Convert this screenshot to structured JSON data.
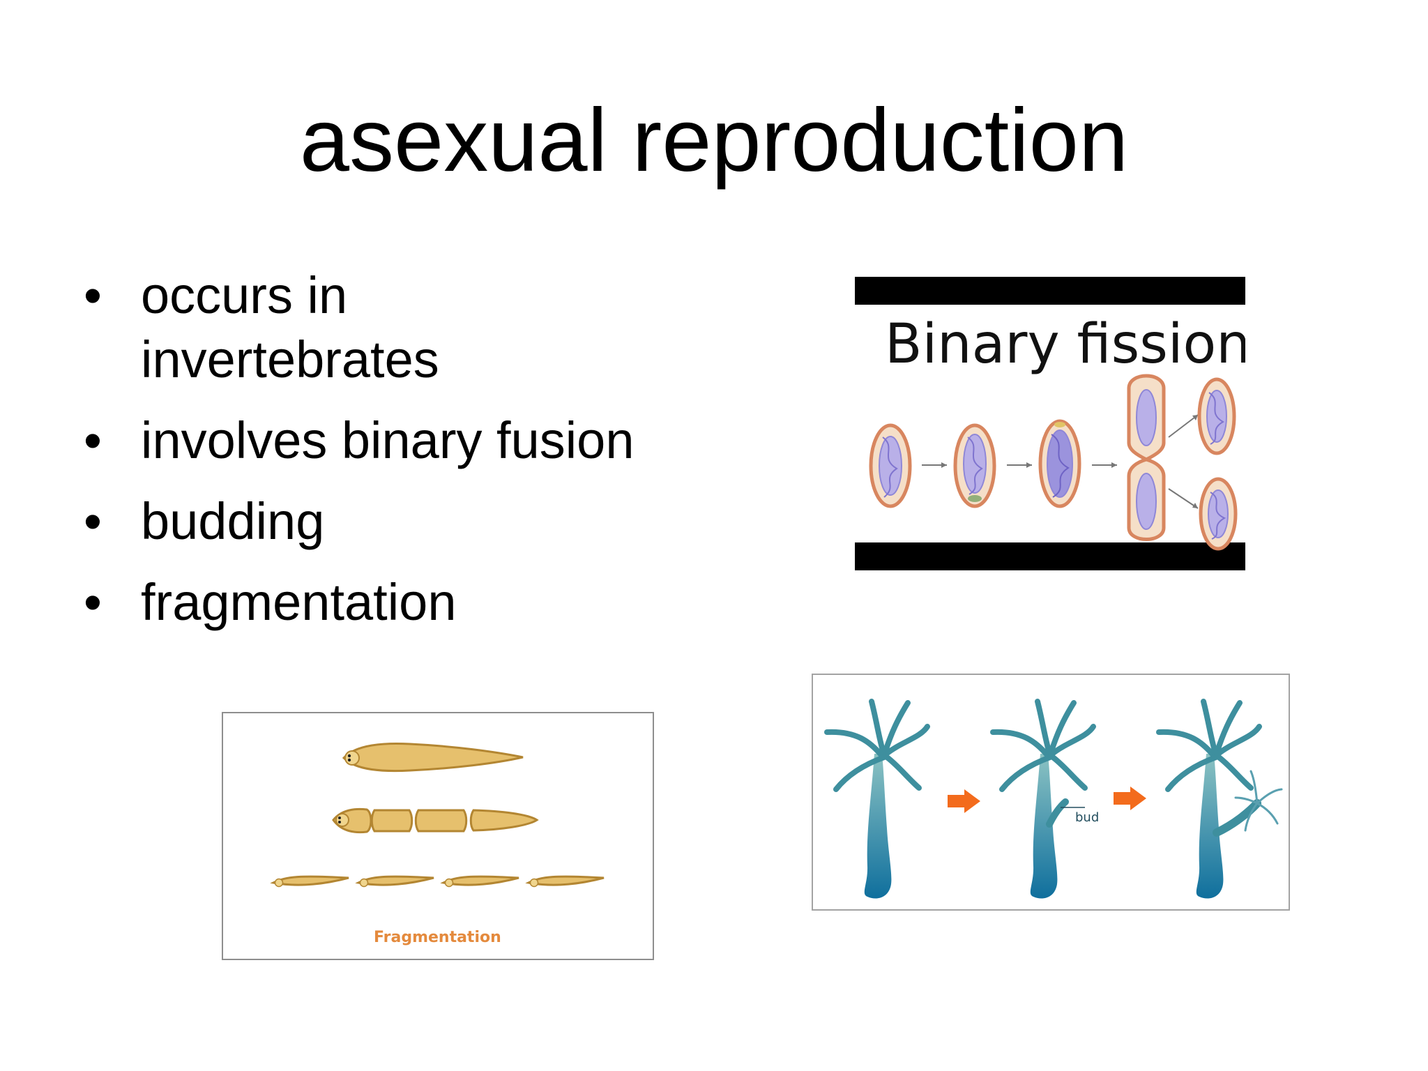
{
  "slide": {
    "title": "asexual reproduction",
    "bullets": [
      "occurs in invertebrates",
      "involves binary fusion",
      "budding",
      "fragmentation"
    ]
  },
  "figures": {
    "binary_fission": {
      "label": "Binary fission",
      "colors": {
        "bar": "#000000",
        "cell_fill": "#f5dfc8",
        "cell_outline": "#d8865f",
        "dna": "#8f87d7"
      }
    },
    "fragmentation": {
      "label": "Fragmentation",
      "colors": {
        "worm_fill": "#e6c06d",
        "worm_outline": "#b38632",
        "label_color": "#e48a3d"
      }
    },
    "budding": {
      "label": "bud",
      "colors": {
        "hydra_fill": "#8cc3c3",
        "hydra_dark": "#0f6f9d",
        "arrow": "#f36b1c"
      }
    }
  }
}
